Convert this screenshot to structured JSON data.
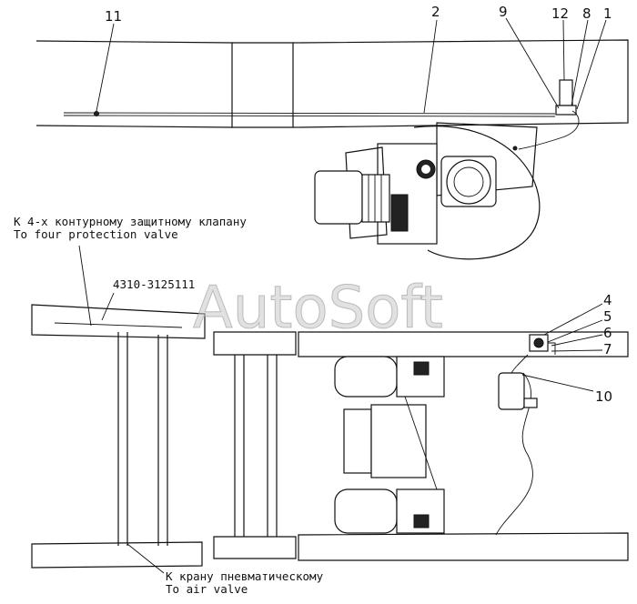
{
  "callouts": {
    "c1": "1",
    "c2": "2",
    "c4": "4",
    "c5": "5",
    "c6": "6",
    "c7": "7",
    "c8": "8",
    "c9": "9",
    "c10": "10",
    "c11": "11",
    "c12": "12"
  },
  "notes": {
    "protection_ru": "К 4-х контурному защитному клапану",
    "protection_en": "To four protection valve",
    "part_number": "4310-3125111",
    "air_valve_ru": "К крану пневматическому",
    "air_valve_en": "To air valve"
  },
  "watermark": "AutoSoft"
}
